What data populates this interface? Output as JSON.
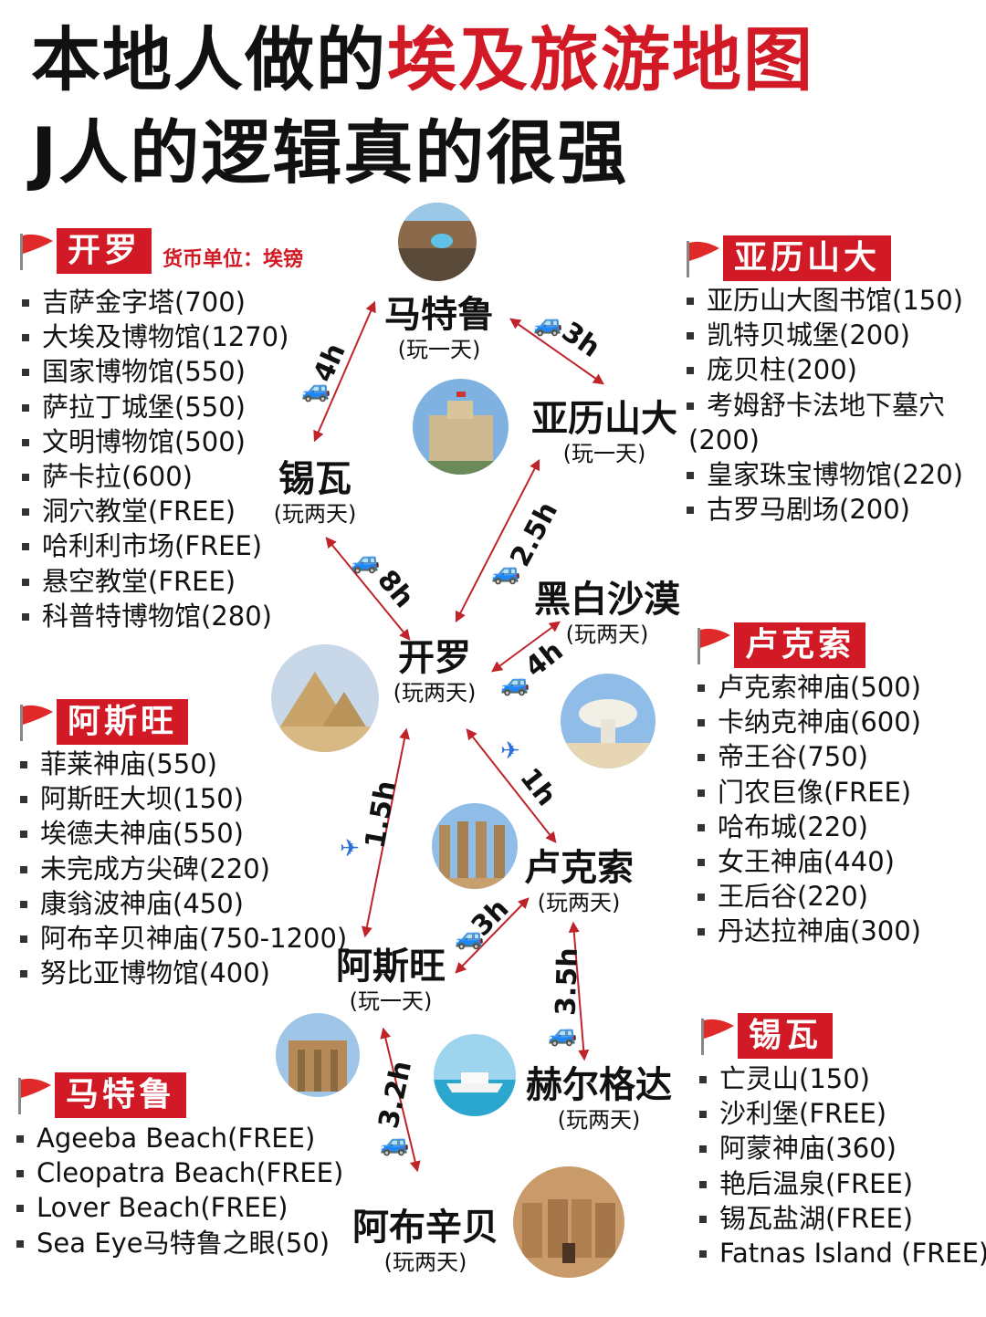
{
  "title": {
    "part1": "本地人做的",
    "part2": "埃及旅游地图",
    "line2": "J人的逻辑真的很强"
  },
  "currency_note": "货币单位：埃镑",
  "sections": {
    "cairo": {
      "title": "开罗",
      "items": [
        "吉萨金字塔(700)",
        "大埃及博物馆(1270)",
        "国家博物馆(550)",
        "萨拉丁城堡(550)",
        "文明博物馆(500)",
        "萨卡拉(600)",
        "洞穴教堂(FREE)",
        "哈利利市场(FREE)",
        "悬空教堂(FREE)",
        "科普特博物馆(280)"
      ]
    },
    "alexandria": {
      "title": "亚历山大",
      "items": [
        "亚历山大图书馆(150)",
        "凯特贝城堡(200)",
        "庞贝柱(200)",
        "考姆舒卡法地下墓穴",
        "(200)",
        "皇家珠宝博物馆(220)",
        "古罗马剧场(200)"
      ]
    },
    "luxor": {
      "title": "卢克索",
      "items": [
        "卢克索神庙(500)",
        "卡纳克神庙(600)",
        "帝王谷(750)",
        "门农巨像(FREE)",
        "哈布城(220)",
        "女王神庙(440)",
        "王后谷(220)",
        "丹达拉神庙(300)"
      ]
    },
    "aswan": {
      "title": "阿斯旺",
      "items": [
        "菲莱神庙(550)",
        "阿斯旺大坝(150)",
        "埃德夫神庙(550)",
        "未完成方尖碑(220)",
        "康翁波神庙(450)",
        "阿布辛贝神庙(750-1200)",
        "努比亚博物馆(400)"
      ]
    },
    "siwa": {
      "title": "锡瓦",
      "items": [
        "亡灵山(150)",
        "沙利堡(FREE)",
        "阿蒙神庙(360)",
        "艳后温泉(FREE)",
        "锡瓦盐湖(FREE)",
        "Fatnas Island (FREE)"
      ]
    },
    "matruh": {
      "title": "马特鲁",
      "items": [
        "Ageeba Beach(FREE)",
        "Cleopatra Beach(FREE)",
        "Lover Beach(FREE)",
        "Sea Eye马特鲁之眼(50)"
      ]
    }
  },
  "nodes": {
    "matruh": {
      "name": "马特鲁",
      "stay": "(玩一天)"
    },
    "alexandria": {
      "name": "亚历山大",
      "stay": "(玩一天)"
    },
    "siwa": {
      "name": "锡瓦",
      "stay": "(玩两天)"
    },
    "desert": {
      "name": "黑白沙漠",
      "stay": "(玩两天)"
    },
    "cairo": {
      "name": "开罗",
      "stay": "(玩两天)"
    },
    "luxor": {
      "name": "卢克索",
      "stay": "(玩两天)"
    },
    "aswan": {
      "name": "阿斯旺",
      "stay": "(玩一天)"
    },
    "hurghada": {
      "name": "赫尔格达",
      "stay": "(玩两天)"
    },
    "abusimbel": {
      "name": "阿布辛贝",
      "stay": "(玩两天)"
    }
  },
  "routes": {
    "siwa_matruh": {
      "duration": "4h",
      "vehicle": "car-icon"
    },
    "matruh_alexandria": {
      "duration": "3h",
      "vehicle": "car-icon"
    },
    "cairo_alexandria": {
      "duration": "2.5h",
      "vehicle": "car-icon"
    },
    "siwa_cairo": {
      "duration": "8h",
      "vehicle": "car-icon"
    },
    "cairo_desert": {
      "duration": "4h",
      "vehicle": "car-icon"
    },
    "cairo_luxor": {
      "duration": "1h",
      "vehicle": "plane-icon"
    },
    "cairo_aswan": {
      "duration": "1.5h",
      "vehicle": "plane-icon"
    },
    "aswan_luxor": {
      "duration": "3h",
      "vehicle": "car-icon"
    },
    "luxor_hurghada": {
      "duration": "3.5h",
      "vehicle": "car-icon"
    },
    "aswan_abusimbel": {
      "duration": "3.2h",
      "vehicle": "car-icon"
    }
  },
  "colors": {
    "accent": "#d11a25",
    "arrow": "#c0242b",
    "vehicle": "#2c6fd6"
  }
}
